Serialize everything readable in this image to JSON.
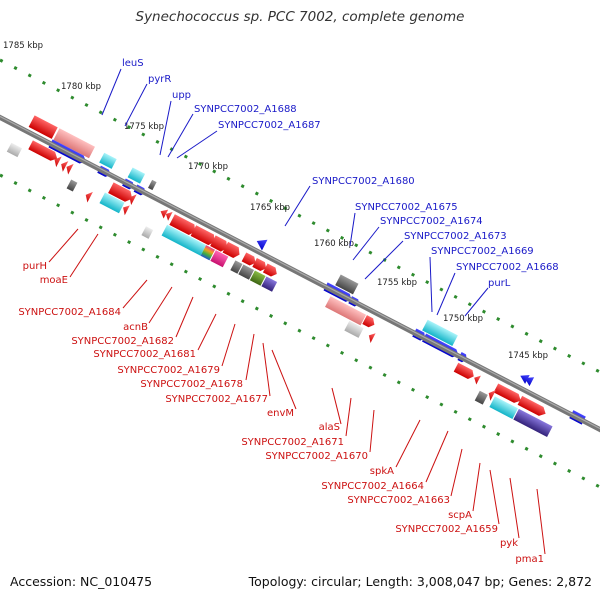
{
  "title": "Synechococcus sp. PCC 7002, complete genome",
  "footer": {
    "accession": "Accession: NC_010475",
    "topology": "Topology: circular; Length: 3,008,047 bp; Genes: 2,872"
  },
  "ticks": [
    "1785 kbp",
    "1780 kbp",
    "1775 kbp",
    "1770 kbp",
    "1765 kbp",
    "1760 kbp",
    "1755 kbp",
    "1750 kbp",
    "1745 kbp"
  ],
  "labels_top": [
    "leuS",
    "pyrR",
    "upp",
    "SYNPCC7002_A1688",
    "SYNPCC7002_A1687",
    "SYNPCC7002_A1680",
    "SYNPCC7002_A1675",
    "SYNPCC7002_A1674",
    "SYNPCC7002_A1673",
    "SYNPCC7002_A1669",
    "SYNPCC7002_A1668",
    "purL"
  ],
  "labels_bottom": [
    "purH",
    "moaE",
    "SYNPCC7002_A1684",
    "acnB",
    "SYNPCC7002_A1682",
    "SYNPCC7002_A1681",
    "SYNPCC7002_A1679",
    "SYNPCC7002_A1678",
    "SYNPCC7002_A1677",
    "envM",
    "alaS",
    "SYNPCC7002_A1671",
    "SYNPCC7002_A1670",
    "spkA",
    "SYNPCC7002_A1664",
    "SYNPCC7002_A1663",
    "scpA",
    "SYNPCC7002_A1659",
    "pyk",
    "pma1"
  ],
  "colors": {
    "backbone": "#777777",
    "dotted_track": "#2e8b2e",
    "gene_red": "#ee1111",
    "gene_blue": "#1a1ae8",
    "gene_cyan": "#22c8d8",
    "gene_pink": "#ee8888",
    "gene_gray": "#666666",
    "gene_lightgray": "#bbbbbb",
    "gene_magenta": "#e8208a",
    "gene_olive": "#558822",
    "gene_purple": "#5544aa",
    "label_blue": "#1a1ac8",
    "label_red": "#cc1111"
  }
}
